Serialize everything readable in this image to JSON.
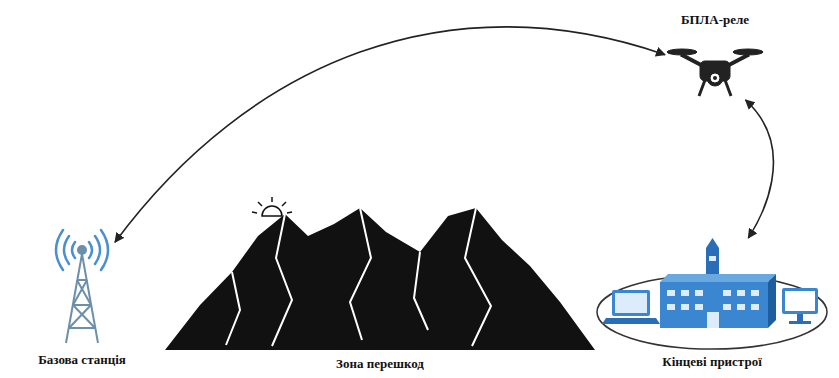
{
  "diagram": {
    "nodes": [
      {
        "text": [
          "БПЛА-реле"
        ]
      },
      {
        "text": [
          "Базова станція"
        ]
      },
      {
        "text": [
          "Зона перешкод"
        ]
      },
      {
        "text": [
          "Кінцеві пристрої"
        ]
      }
    ],
    "edges": [
      {
        "from": 0,
        "to": 1,
        "arrow": "both"
      },
      {
        "from": 0,
        "to": 3,
        "arrow": "both"
      }
    ]
  }
}
